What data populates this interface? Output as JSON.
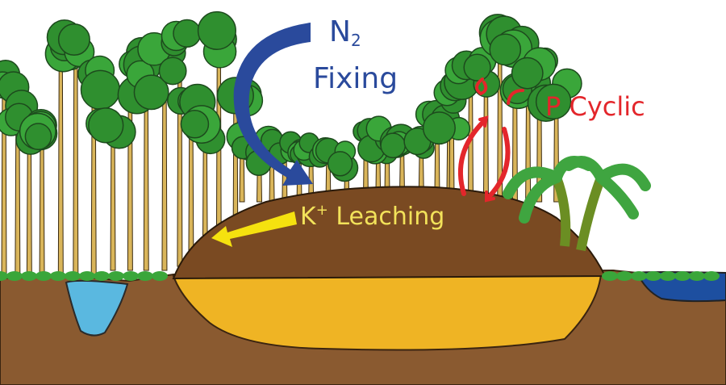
{
  "labels": {
    "n2_main": "N",
    "n2_sub": "2",
    "fixing": "Fixing",
    "p_cyclic": "P Cyclic",
    "k_main": "K",
    "k_sup": "+",
    "leaching": " Leaching"
  },
  "colors": {
    "n2": "#2a4a9c",
    "p": "#e3262b",
    "k": "#f2e25a",
    "soil": "#8a5a30",
    "mound": "#7a4a22",
    "sand": "#efb424",
    "water": "#5ab8e0",
    "sea": "#1d4fa0",
    "foliage": "#3aa63a"
  }
}
